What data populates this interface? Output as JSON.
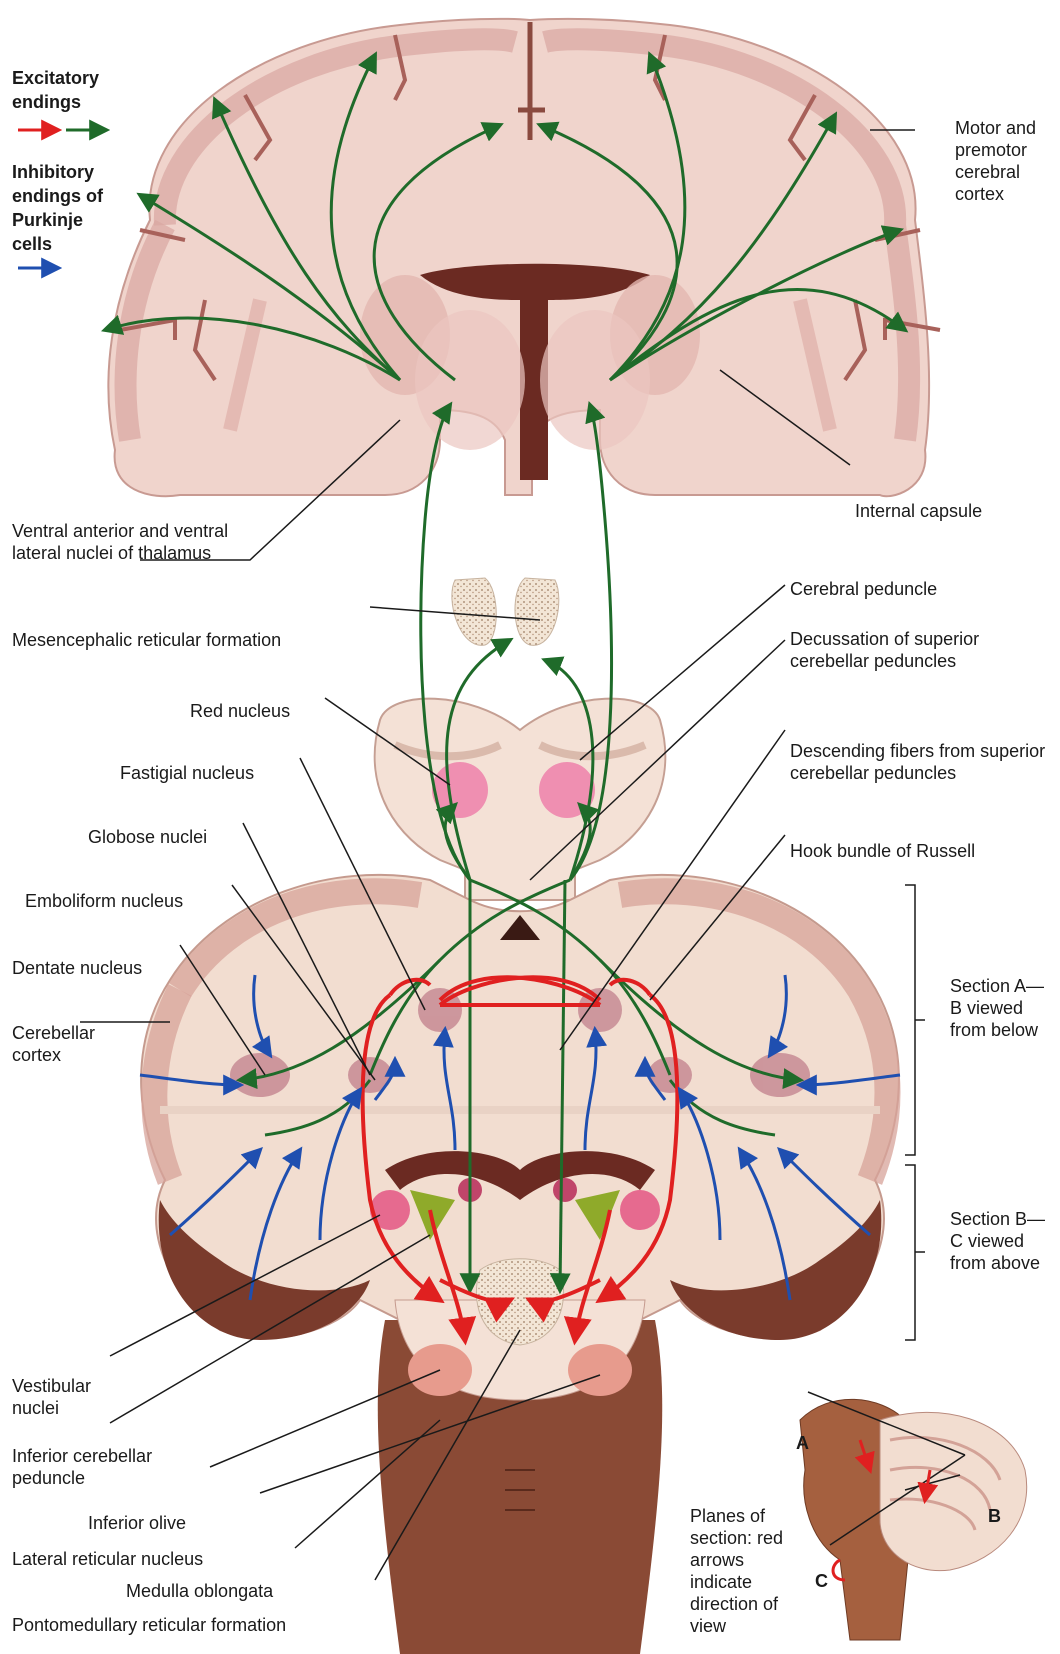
{
  "legend": {
    "excitatory": "Excitatory endings",
    "inhibitory": "Inhibitory endings of Purkinje cells",
    "colors": {
      "excitatory_red": "#e02020",
      "excitatory_green": "#1f6b2a",
      "inhibitory_blue": "#1f4fb0"
    }
  },
  "labels": {
    "motor_cortex": "Motor and premotor cerebral cortex",
    "internal_capsule": "Internal capsule",
    "thalamus": "Ventral anterior and ventral lateral nuclei of thalamus",
    "mesencephalic": "Mesencephalic reticular formation",
    "cerebral_peduncle": "Cerebral peduncle",
    "decussation": "Decussation of superior cerebellar peduncles",
    "red_nucleus": "Red nucleus",
    "descending_fibers": "Descending fibers from superior cerebellar peduncles",
    "fastigial": "Fastigial nucleus",
    "globose": "Globose nuclei",
    "hook_bundle": "Hook bundle of Russell",
    "emboliform": "Emboliform nucleus",
    "dentate": "Dentate nucleus",
    "cerebellar_cortex": "Cerebellar cortex",
    "section_ab": "Section A—B viewed from below",
    "section_bc": "Section B—C viewed from above",
    "vestibular": "Vestibular nuclei",
    "inferior_peduncle": "Inferior cerebellar peduncle",
    "inferior_olive": "Inferior olive",
    "lateral_reticular": "Lateral reticular nucleus",
    "medulla": "Medulla oblongata",
    "pontomedullary": "Pontomedullary reticular formation",
    "planes": "Planes of section: red arrows indicate direction of view",
    "letter_a": "A",
    "letter_b": "B",
    "letter_c": "C"
  }
}
